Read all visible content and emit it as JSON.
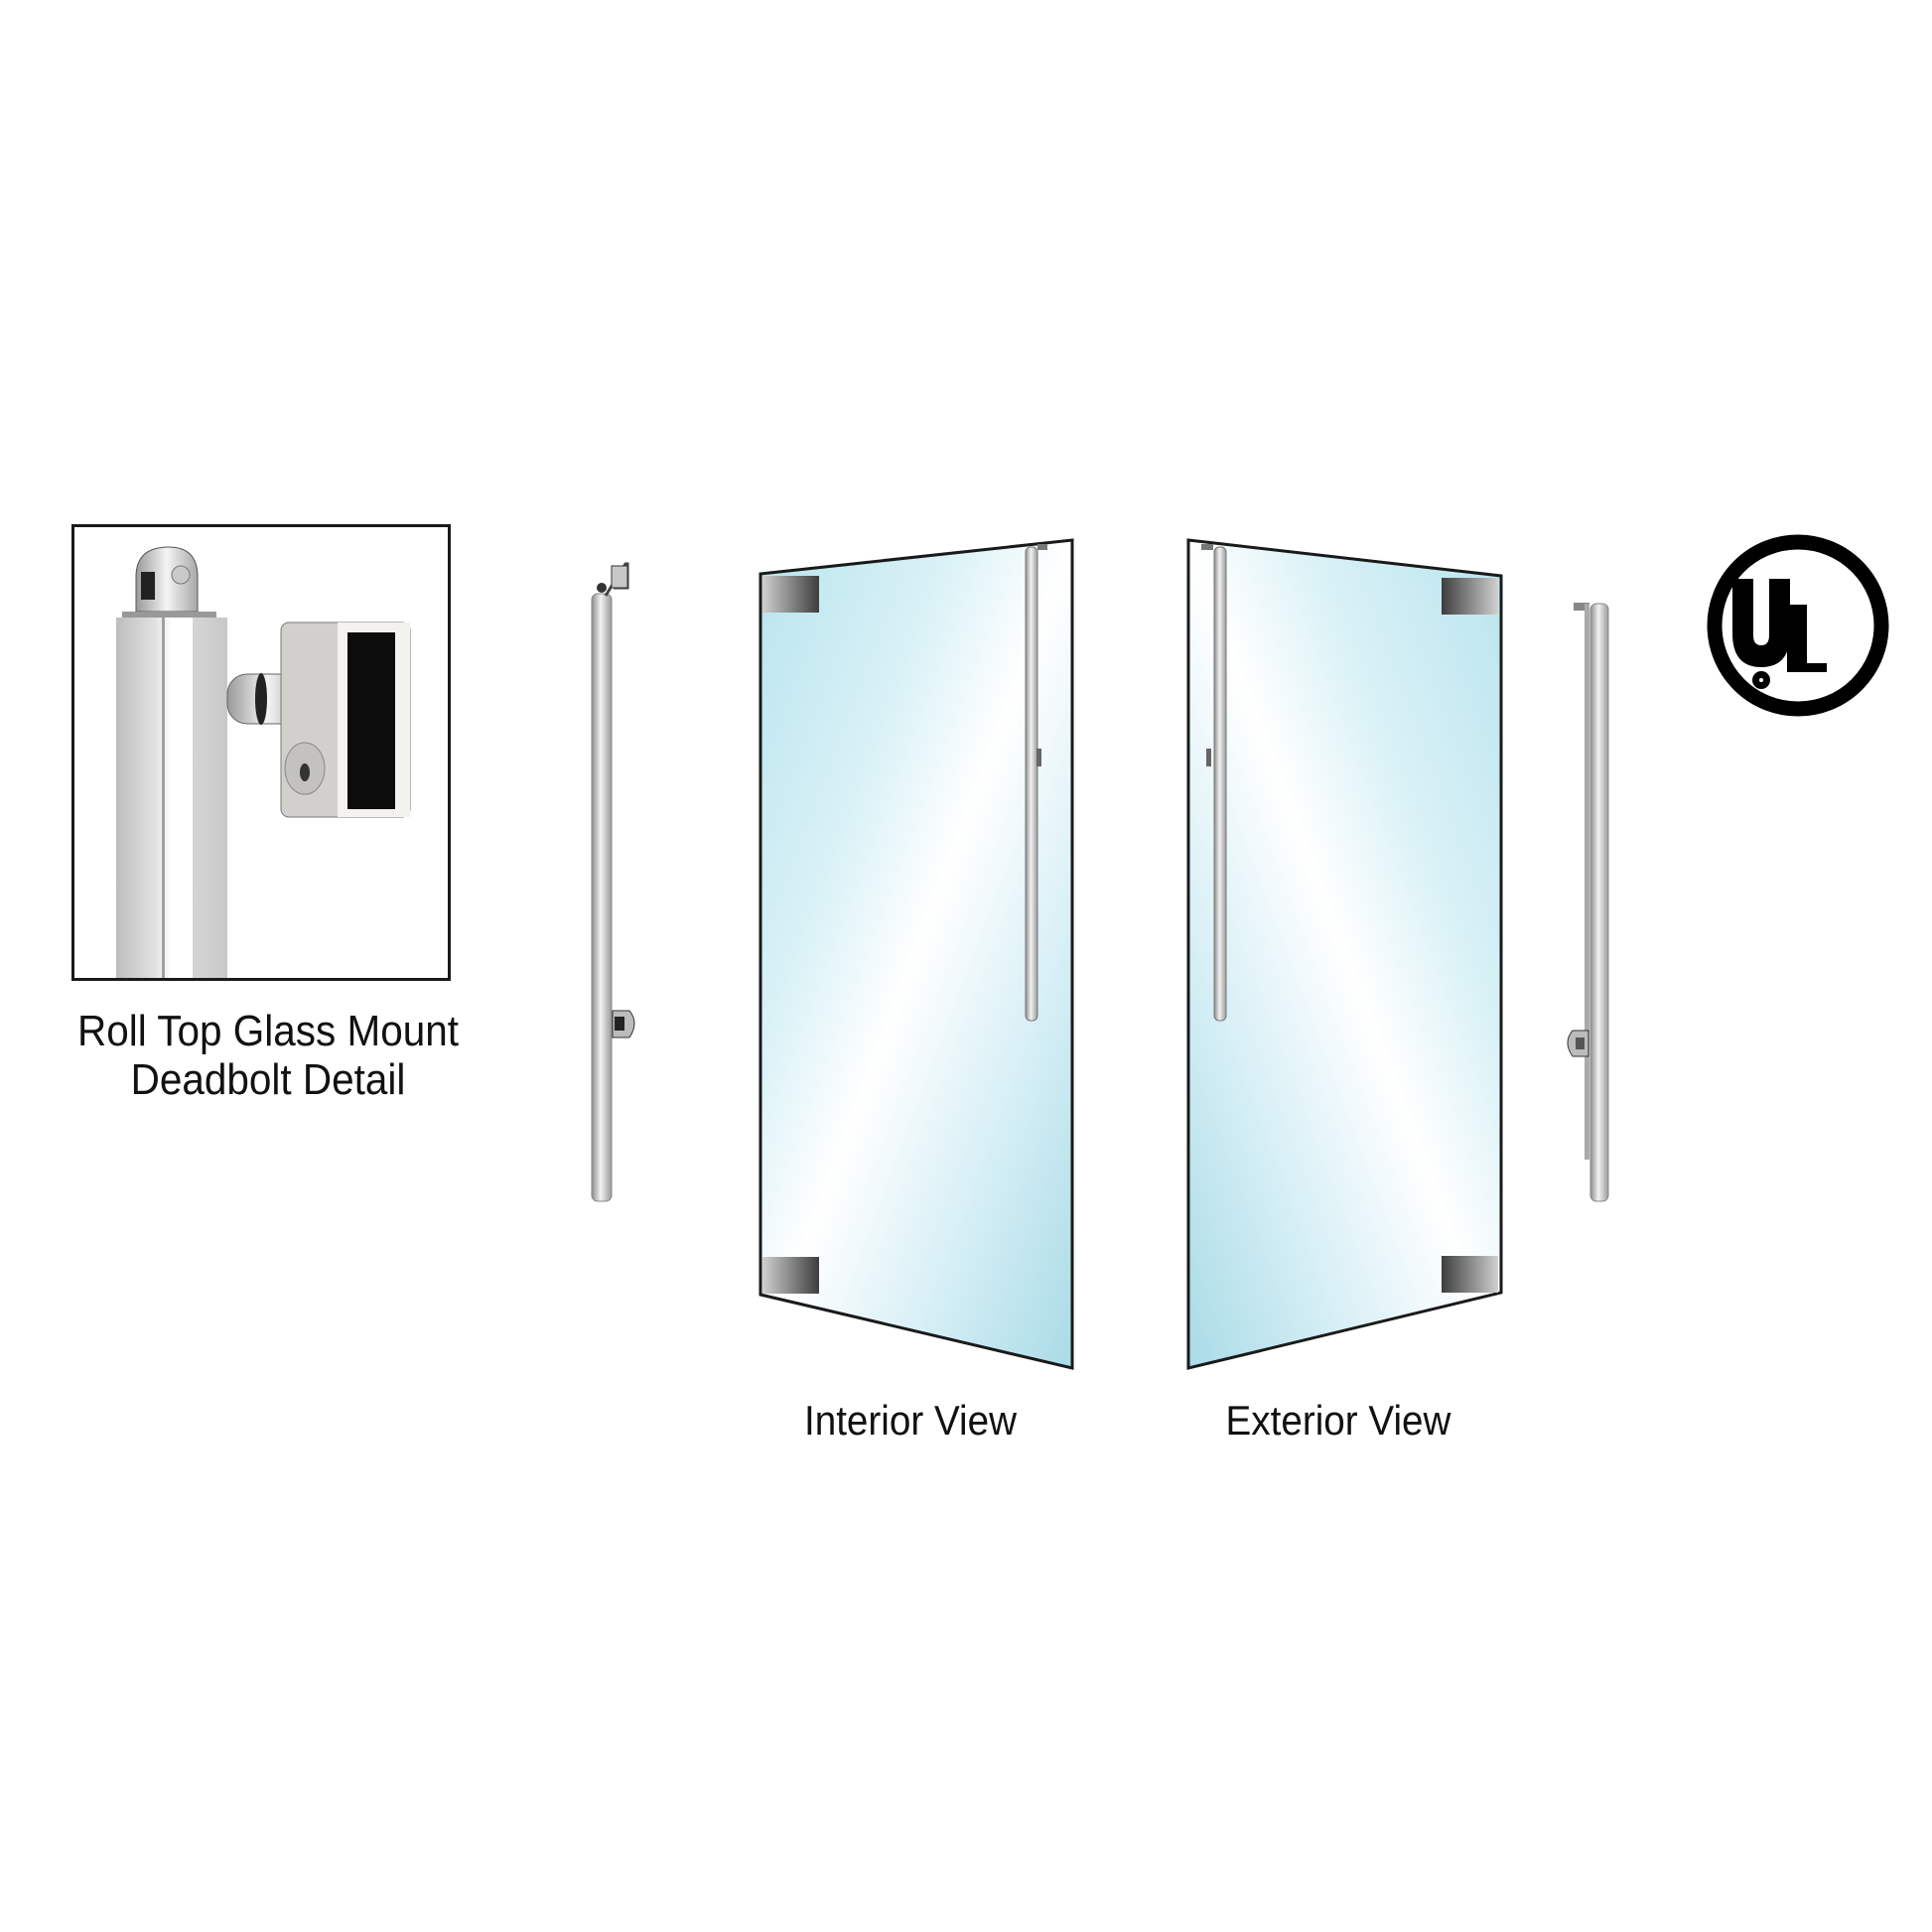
{
  "detail": {
    "caption_line1": "Roll Top Glass Mount",
    "caption_line2": "Deadbolt Detail"
  },
  "views": {
    "interior_label": "Interior View",
    "exterior_label": "Exterior View"
  },
  "certification": {
    "logo_text": "UL",
    "icon": "ul-listed-logo"
  },
  "colors": {
    "glass_light": "#ffffff",
    "glass_tint": "#a8dbe6",
    "frame": "#1a1a1a",
    "patch_fitting": "#5a5a5a",
    "metal": "#c9c9c9"
  }
}
